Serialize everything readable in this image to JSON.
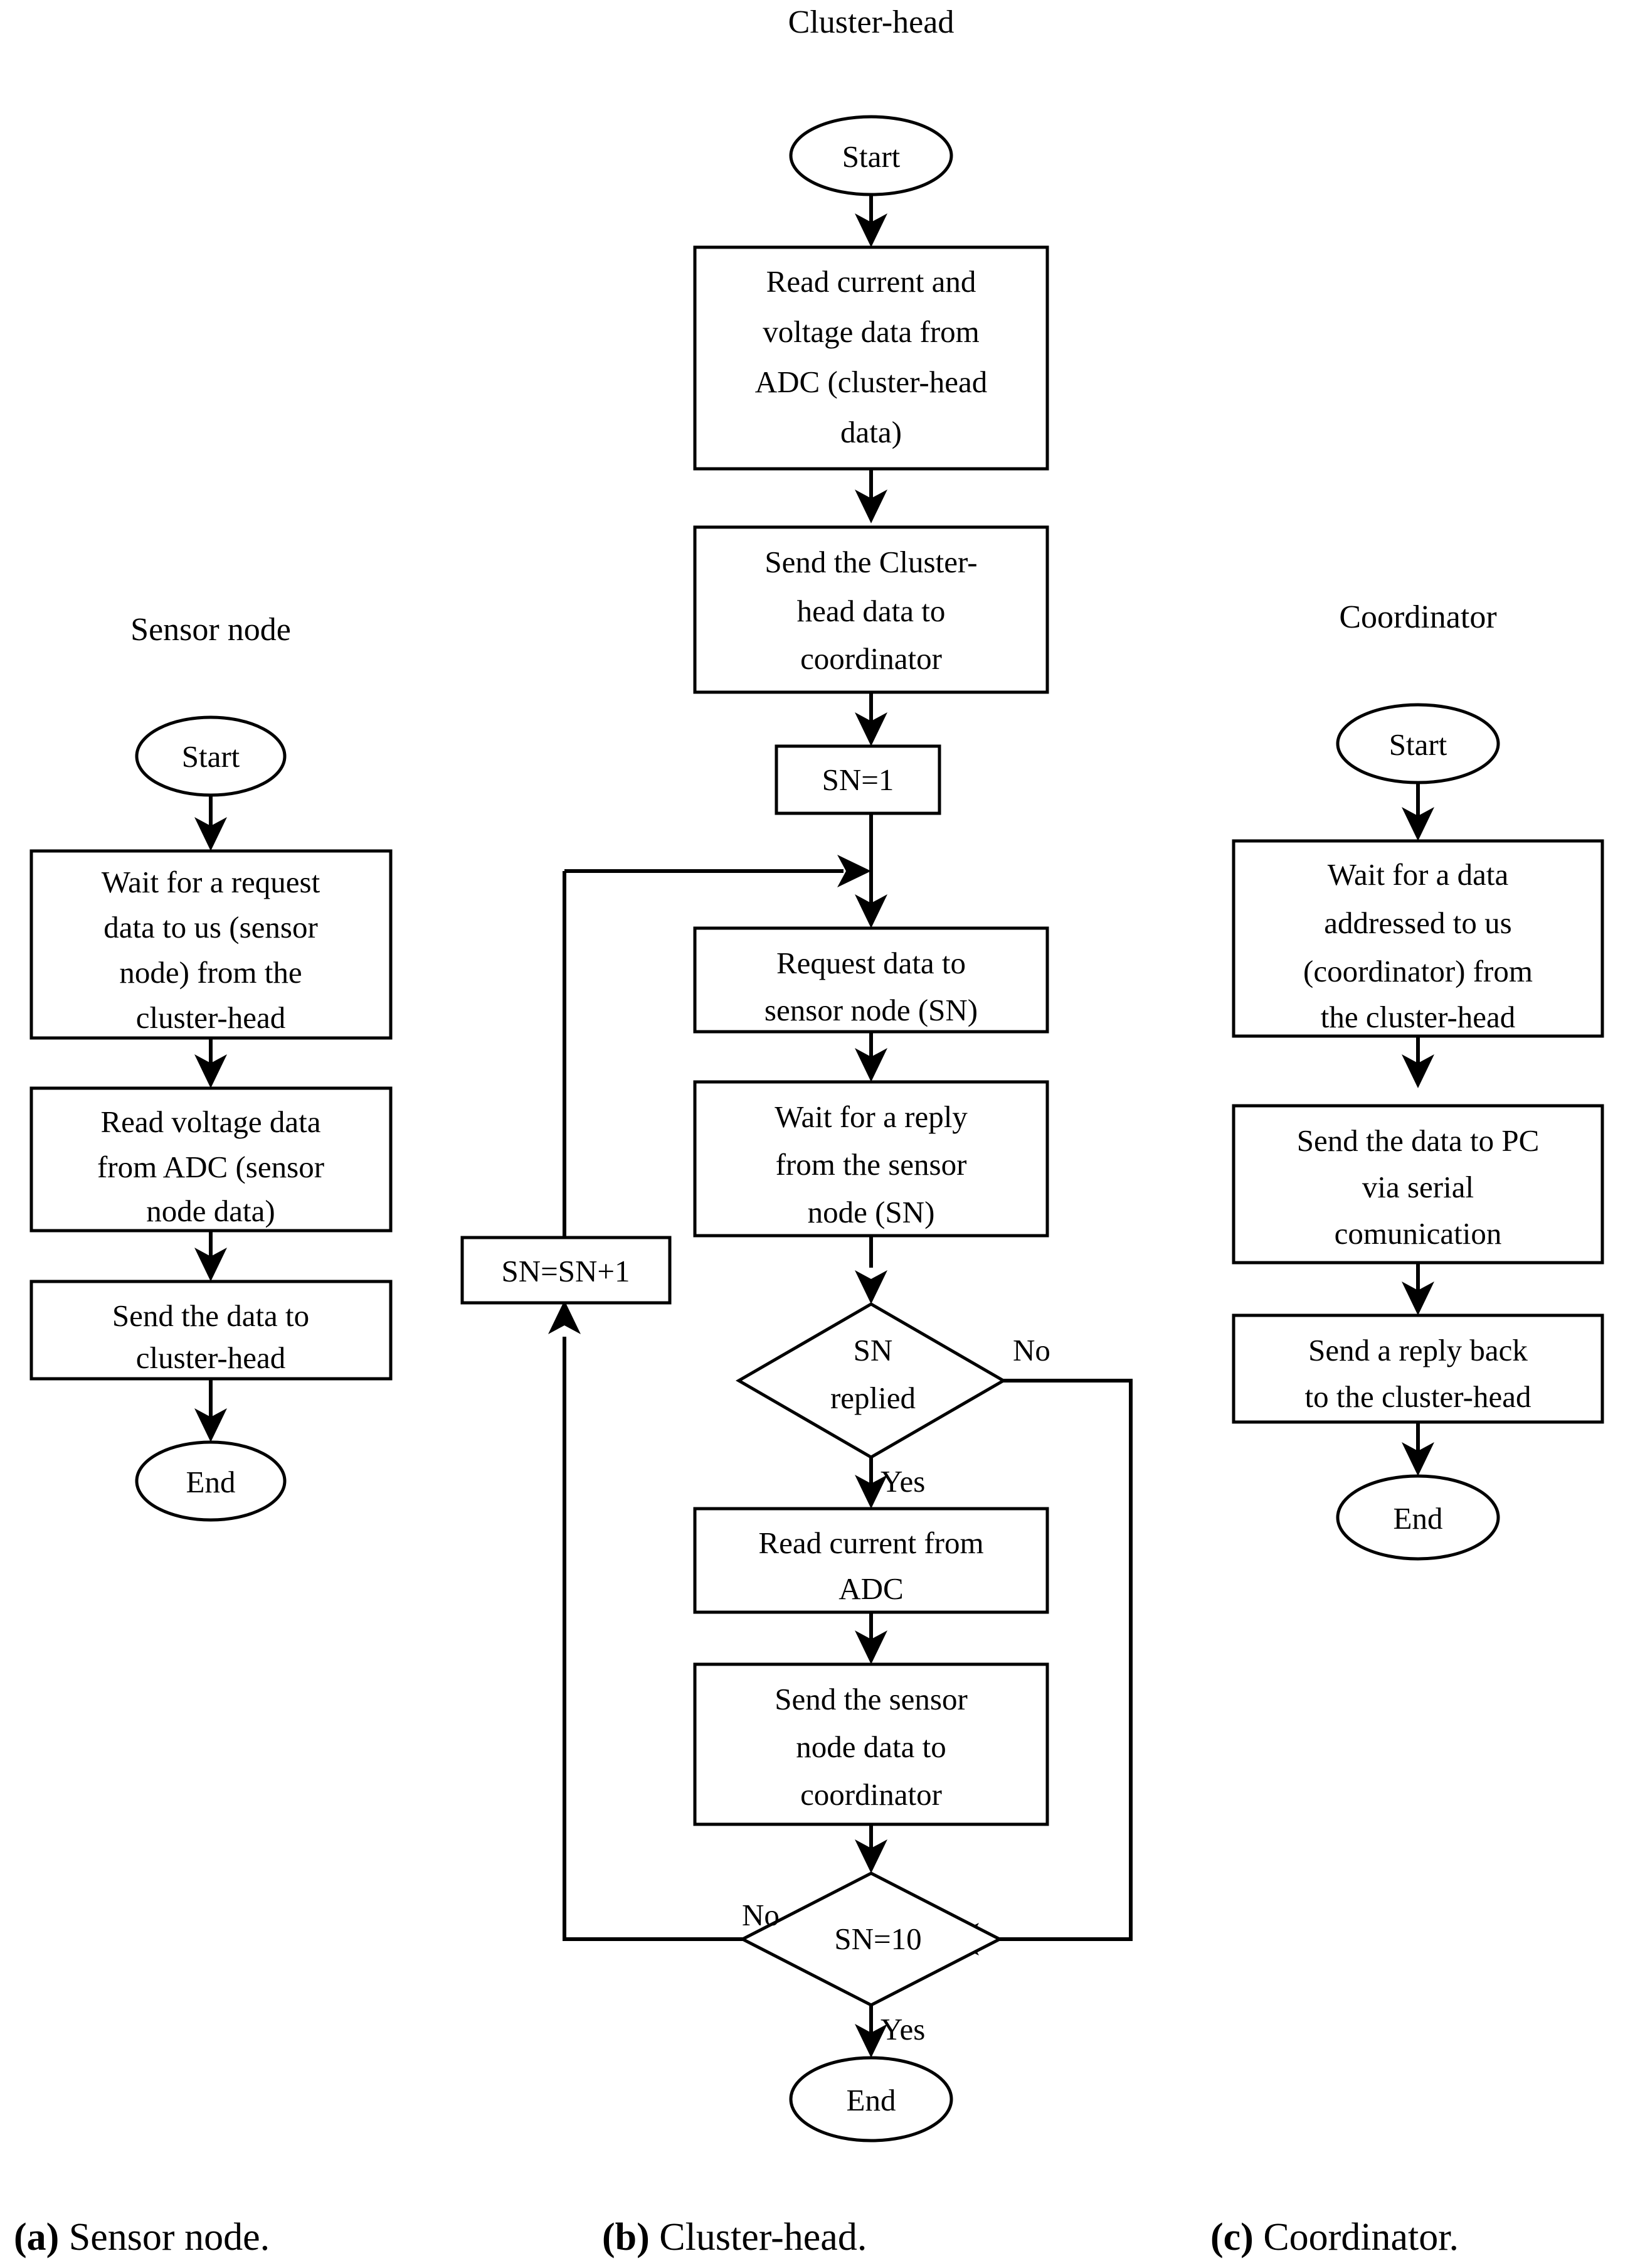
{
  "figure": {
    "columns": [
      {
        "id": "sensor-node",
        "title": "Sensor node",
        "caption_letter": "(a)",
        "caption_text": " Sensor node.",
        "nodes": [
          {
            "id": "a-start",
            "type": "terminator",
            "label": "Start"
          },
          {
            "id": "a-wait",
            "type": "process",
            "label": "Wait for a request data to us (sensor node) from the cluster-head",
            "lines": [
              "Wait for a request",
              "data to us (sensor",
              "node) from the",
              "cluster-head"
            ]
          },
          {
            "id": "a-read",
            "type": "process",
            "label": "Read voltage data from ADC (sensor node data)",
            "lines": [
              "Read voltage data",
              "from ADC (sensor",
              "node data)"
            ]
          },
          {
            "id": "a-send",
            "type": "process",
            "label": "Send the data to cluster-head",
            "lines": [
              "Send the data to",
              "cluster-head"
            ]
          },
          {
            "id": "a-end",
            "type": "terminator",
            "label": "End"
          }
        ]
      },
      {
        "id": "cluster-head",
        "title": "Cluster-head",
        "caption_letter": "(b)",
        "caption_text": " Cluster-head.",
        "nodes": [
          {
            "id": "b-start",
            "type": "terminator",
            "label": "Start"
          },
          {
            "id": "b-readadc",
            "type": "process",
            "label": "Read current and voltage data from ADC (cluster-head data)",
            "lines": [
              "Read current and",
              "voltage data from",
              "ADC (cluster-head",
              "data)"
            ]
          },
          {
            "id": "b-sendch",
            "type": "process",
            "label": "Send the Cluster-head data to coordinator",
            "lines": [
              "Send the Cluster-",
              "head data to",
              "coordinator"
            ]
          },
          {
            "id": "b-sn1",
            "type": "process",
            "label": "SN=1",
            "lines": [
              "SN=1"
            ]
          },
          {
            "id": "b-request",
            "type": "process",
            "label": "Request data to sensor node (SN)",
            "lines": [
              "Request data to",
              "sensor node (SN)"
            ]
          },
          {
            "id": "b-waitrep",
            "type": "process",
            "label": "Wait for a reply from the sensor node (SN)",
            "lines": [
              "Wait for a reply",
              "from the sensor",
              "node (SN)"
            ]
          },
          {
            "id": "b-snreplied",
            "type": "decision",
            "label": "SN replied",
            "lines": [
              "SN",
              "replied"
            ]
          },
          {
            "id": "b-readcur",
            "type": "process",
            "label": "Read current from ADC",
            "lines": [
              "Read current from",
              "ADC"
            ]
          },
          {
            "id": "b-sendsn",
            "type": "process",
            "label": "Send the sensor node data to coordinator",
            "lines": [
              "Send the sensor",
              "node data to",
              "coordinator"
            ]
          },
          {
            "id": "b-sn10",
            "type": "decision",
            "label": "SN=10",
            "lines": [
              "SN=10"
            ]
          },
          {
            "id": "b-snplus",
            "type": "process",
            "label": "SN=SN+1",
            "lines": [
              "SN=SN+1"
            ]
          },
          {
            "id": "b-end",
            "type": "terminator",
            "label": "End"
          }
        ],
        "edge_labels": [
          {
            "id": "b-replied-no",
            "text": "No"
          },
          {
            "id": "b-replied-yes",
            "text": "Yes"
          },
          {
            "id": "b-sn10-no",
            "text": "No"
          },
          {
            "id": "b-sn10-yes",
            "text": "Yes"
          }
        ]
      },
      {
        "id": "coordinator",
        "title": "Coordinator",
        "caption_letter": "(c)",
        "caption_text": " Coordinator.",
        "nodes": [
          {
            "id": "c-start",
            "type": "terminator",
            "label": "Start"
          },
          {
            "id": "c-wait",
            "type": "process",
            "label": "Wait for a data addressed to us (coordinator) from the cluster-head",
            "lines": [
              "Wait for a data",
              "addressed to us",
              "(coordinator) from",
              "the cluster-head"
            ]
          },
          {
            "id": "c-sendpc",
            "type": "process",
            "label": "Send the data to PC via serial comunication",
            "lines": [
              "Send the data to PC",
              "via serial",
              "comunication"
            ]
          },
          {
            "id": "c-reply",
            "type": "process",
            "label": "Send a reply back to the cluster-head",
            "lines": [
              "Send a reply back",
              "to the cluster-head"
            ]
          },
          {
            "id": "c-end",
            "type": "terminator",
            "label": "End"
          }
        ]
      }
    ],
    "colors": {
      "stroke": "#000000",
      "fill": "#ffffff",
      "background": "#ffffff"
    }
  }
}
